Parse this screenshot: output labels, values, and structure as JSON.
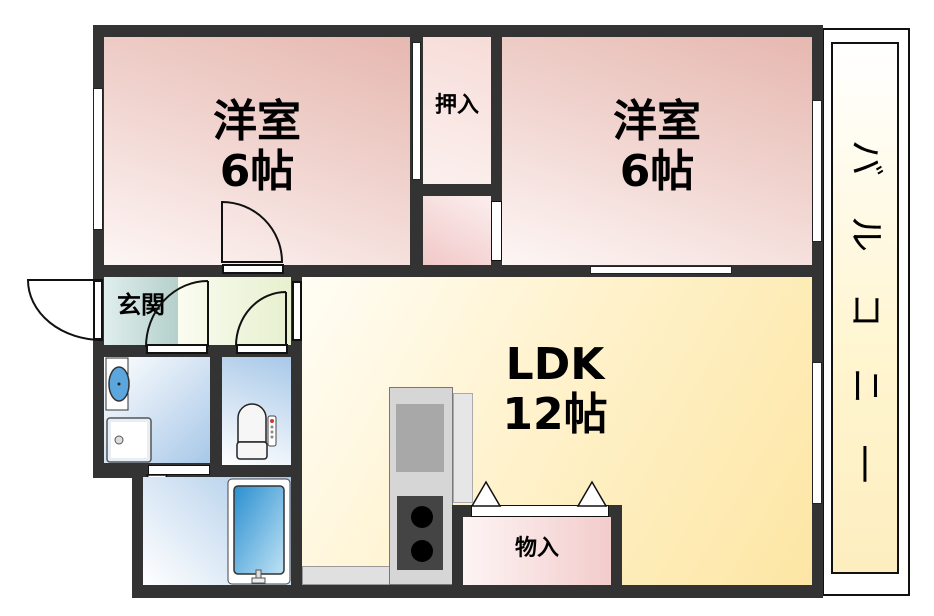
{
  "floor_plan": {
    "rooms": [
      {
        "id": "western-room-1",
        "name": "洋室",
        "size": "6帖"
      },
      {
        "id": "closet-oshiire",
        "name": "押入"
      },
      {
        "id": "western-room-2",
        "name": "洋室",
        "size": "6帖"
      },
      {
        "id": "entrance",
        "name": "玄関"
      },
      {
        "id": "ldk",
        "name": "LDK",
        "size": "12帖"
      },
      {
        "id": "storage",
        "name": "物入"
      },
      {
        "id": "balcony",
        "name": "バルコニー"
      }
    ],
    "balcony_chars": [
      "バ",
      "ル",
      "コ",
      "ニ",
      "ー"
    ],
    "colors": {
      "wall": "#333333",
      "western_room": "#ecc6c0",
      "ldk": "#fde7a6",
      "entrance": "#b9d3cf",
      "wet_area": "#a9c9e8",
      "balcony": "#fff6d4"
    }
  }
}
